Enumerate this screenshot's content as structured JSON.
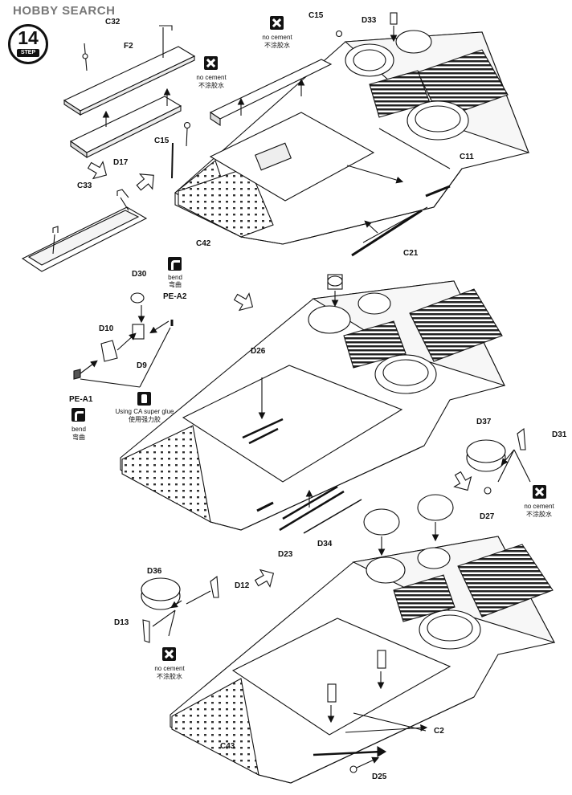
{
  "watermark": "HOBBY SEARCH",
  "step": {
    "number": "14",
    "word": "STEP"
  },
  "notes": {
    "no_cement_en": "no cement",
    "no_cement_zh": "不涂胶水",
    "bend_en": "bend",
    "bend_zh": "弯曲",
    "glue_en": "Using CA super glue",
    "glue_zh": "使用强力胶"
  },
  "parts": {
    "C32": "C32",
    "F2": "F2",
    "D17": "D17",
    "C33": "C33",
    "C15a": "C15",
    "C15b": "C15",
    "D33": "D33",
    "C11": "C11",
    "C42": "C42",
    "C21": "C21",
    "D30": "D30",
    "PE_A2": "PE-A2",
    "D10": "D10",
    "D9": "D9",
    "PE_A1": "PE-A1",
    "D26": "D26",
    "D23": "D23",
    "D34": "D34",
    "D37": "D37",
    "D31": "D31",
    "D27": "D27",
    "D36": "D36",
    "D12": "D12",
    "D13": "D13",
    "C43": "C43",
    "C2": "C2",
    "D25": "D25"
  }
}
